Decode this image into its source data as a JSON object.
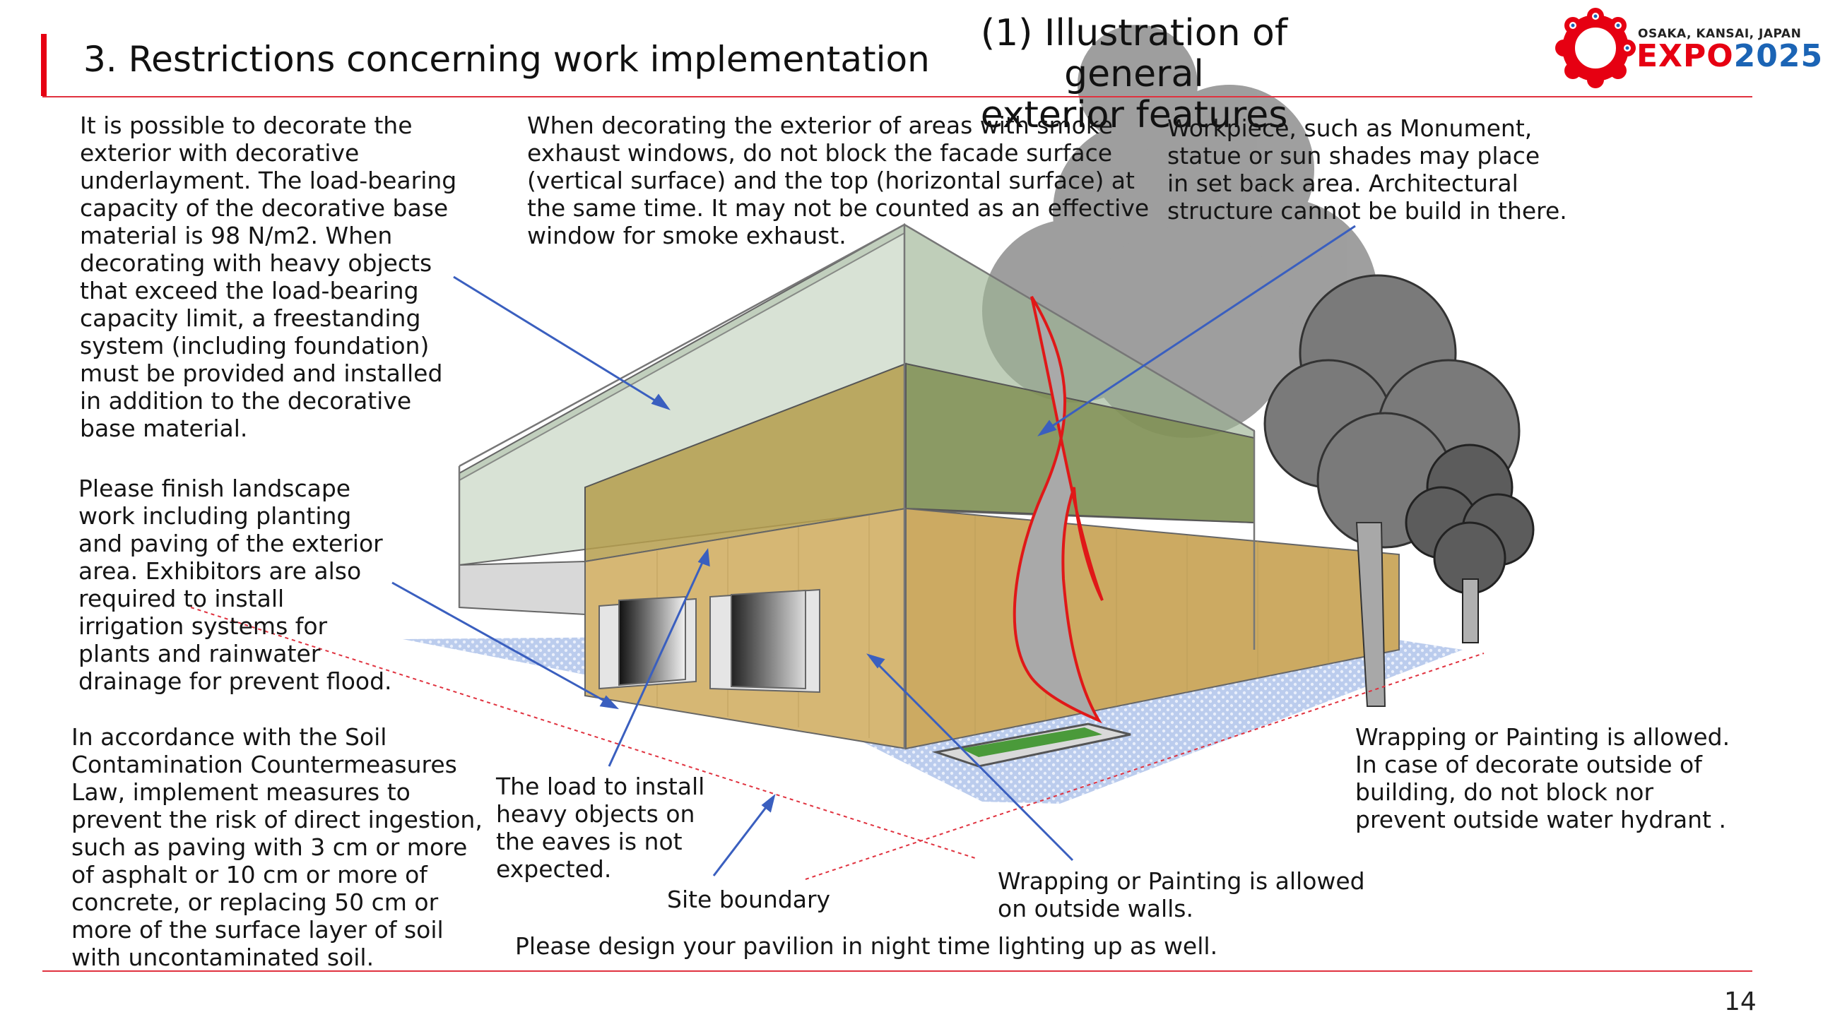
{
  "header": {
    "title": "3. Restrictions concerning work implementation",
    "subtitle": "(1) Illustration of general\nexterior features"
  },
  "logo": {
    "tagline": "OSAKA, KANSAI, JAPAN",
    "word": "EXPO",
    "year": "2025"
  },
  "callouts": {
    "decorative_base": "It is possible to decorate the\nexterior with decorative\nunderlayment. The load-bearing\ncapacity of the decorative base\nmaterial is 98 N/m2. When\ndecorating with heavy objects\nthat exceed the load-bearing\ncapacity limit, a freestanding\nsystem (including foundation)\nmust be provided and installed\nin addition to the decorative\nbase material.",
    "landscape": "Please finish landscape\nwork including planting\nand paving of the exterior\narea.  Exhibitors are also\nrequired to install\nirrigation systems for\nplants and rainwater\ndrainage for prevent flood.",
    "soil": "In accordance with the Soil\nContamination Countermeasures\nLaw, implement measures to\nprevent the risk of direct ingestion,\nsuch as paving with 3 cm or more\nof asphalt or 10 cm or more of\nconcrete, or replacing 50 cm or\nmore of the surface layer of soil\nwith uncontaminated soil.",
    "smoke_exhaust": "When decorating the exterior of areas with smoke\nexhaust windows, do not block the facade surface\n(vertical surface) and the top (horizontal surface) at\nthe same time. It may not be counted as an effective\nwindow for smoke exhaust.",
    "setback": "Workpiece, such as Monument,\nstatue or sun shades may place\nin set back area.  Architectural\nstructure cannot be build in there.",
    "eaves": "The load to install\nheavy objects on\nthe eaves is not\nexpected.",
    "site_boundary": "Site boundary",
    "outside_walls": "Wrapping or Painting is allowed\non outside walls.",
    "hydrant": "Wrapping or Painting is allowed.\nIn case of decorate outside of\nbuilding, do not block nor\nprevent outside water hydrant .",
    "night_lighting": "Please design your pavilion in night time lighting up as well."
  },
  "page_number": "14",
  "colors": {
    "accent_red": "#e60012",
    "rule_red": "#e0323f",
    "arrow_blue": "#3a5fbf",
    "logo_blue": "#1b64b5"
  }
}
